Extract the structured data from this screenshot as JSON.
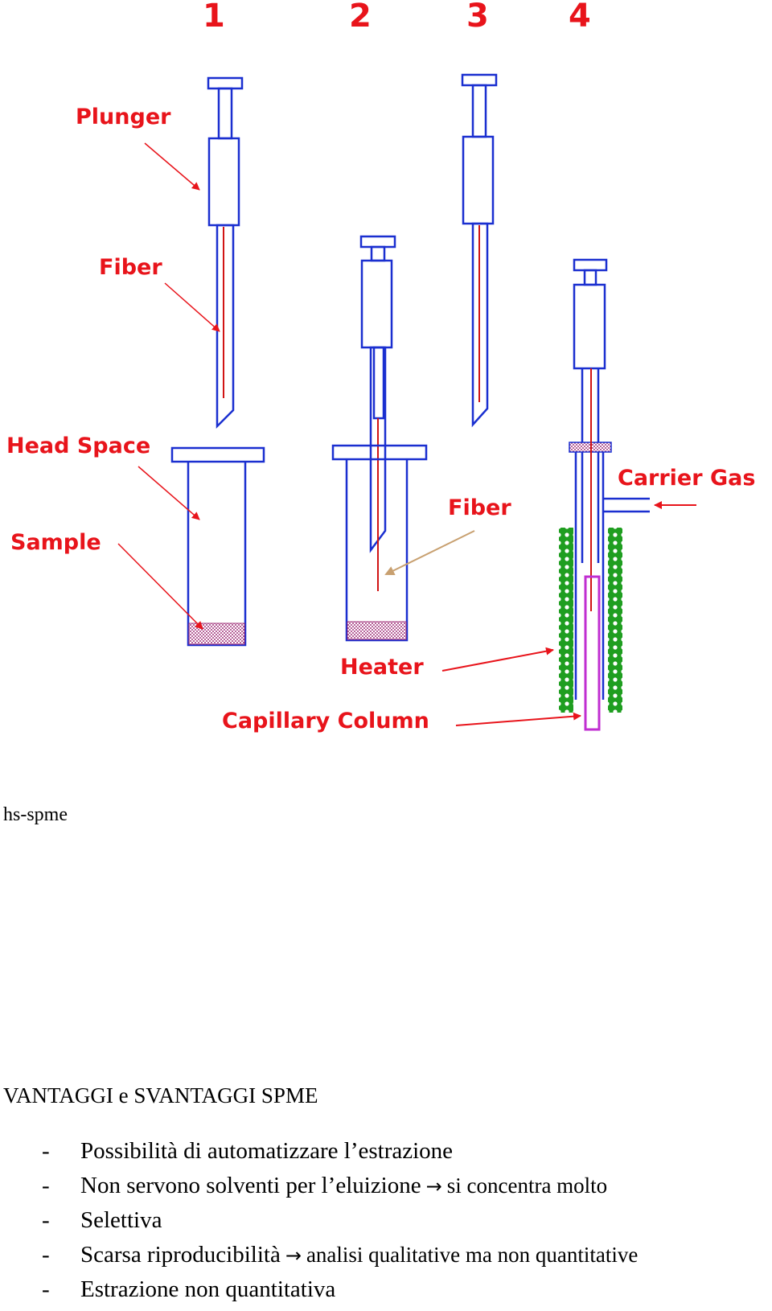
{
  "figure": {
    "step_numbers": [
      "1",
      "2",
      "3",
      "4"
    ],
    "labels": {
      "plunger": "Plunger",
      "fiber_1": "Fiber",
      "head_space": "Head Space",
      "sample": "Sample",
      "fiber_2": "Fiber",
      "heater": "Heater",
      "capillary_column": "Capillary Column",
      "carrier_gas": "Carrier Gas"
    },
    "colors": {
      "outline": "#1a2fd0",
      "label": "#e8141b",
      "fiber": "#d11414",
      "heater": "#1f9e20",
      "column": "#c02ed1",
      "sample": "#a0307a",
      "tan_arrow": "#c8a070"
    }
  },
  "caption": "hs-spme",
  "heading": "VANTAGGI e SVANTAGGI SPME",
  "bullets": [
    {
      "dash": "-",
      "text": "Possibilità di automatizzare l’estrazione",
      "arrow": "",
      "rest": ""
    },
    {
      "dash": "-",
      "text": "Non servono solventi per l’eluizione",
      "arrow": "→",
      "rest": "si concentra molto"
    },
    {
      "dash": "-",
      "text": "Selettiva",
      "arrow": "",
      "rest": ""
    },
    {
      "dash": "-",
      "text": "Scarsa riproducibilità",
      "arrow": "→",
      "rest": "analisi qualitative ma non quantitative"
    },
    {
      "dash": "-",
      "text": "Estrazione non quantitativa",
      "arrow": "",
      "rest": ""
    }
  ]
}
